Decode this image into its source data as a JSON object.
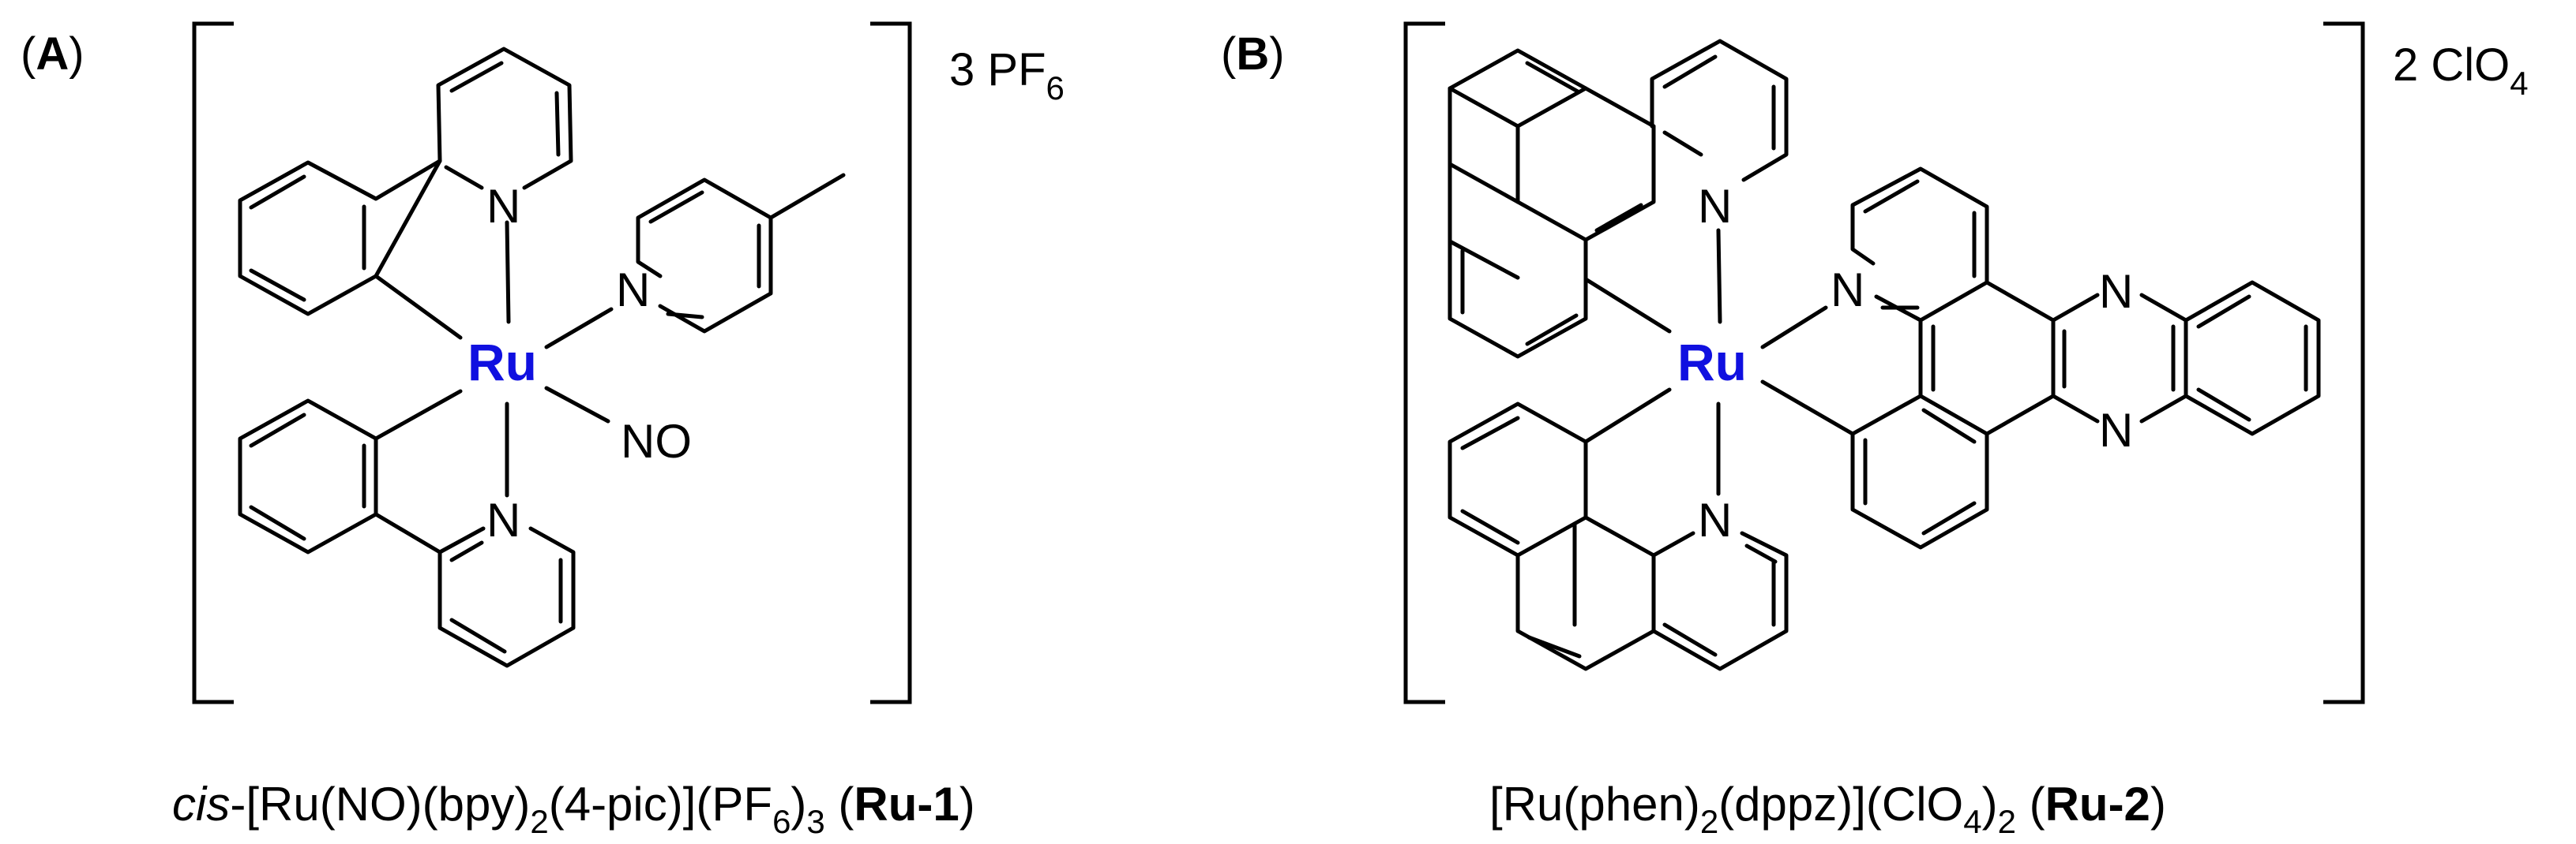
{
  "colors": {
    "metal": "#1010e0",
    "ink": "#000000",
    "background": "#ffffff"
  },
  "panelA": {
    "label_open": "(",
    "label_letter": "A",
    "label_close": ")",
    "metal": "Ru",
    "atoms": {
      "n_top": "N",
      "n_pic": "N",
      "no": "NO",
      "n_bottom": "N"
    },
    "counterion": {
      "count": "3",
      "ion": "PF",
      "subscript": "6"
    },
    "caption": {
      "italic": "cis",
      "t1": "-[Ru(NO)(bpy)",
      "s1": "2",
      "t2": "(4-pic)](PF",
      "s2": "6",
      "t3": ")",
      "s3": "3",
      "t4": " (",
      "bold": "Ru-1",
      "t5": ")"
    }
  },
  "panelB": {
    "label_open": "(",
    "label_letter": "B",
    "label_close": ")",
    "metal": "Ru",
    "atoms": {
      "n_top": "N",
      "n_dppz": "N",
      "n_pz1": "N",
      "n_pz2": "N",
      "n_bottom": "N"
    },
    "counterion": {
      "count": "2",
      "ion": "ClO",
      "subscript": "4"
    },
    "caption": {
      "t1": "[Ru(phen)",
      "s1": "2",
      "t2": "(dppz)](ClO",
      "s2": "4",
      "t3": ")",
      "s3": "2",
      "t4": " (",
      "bold": "Ru-2",
      "t5": ")"
    }
  }
}
